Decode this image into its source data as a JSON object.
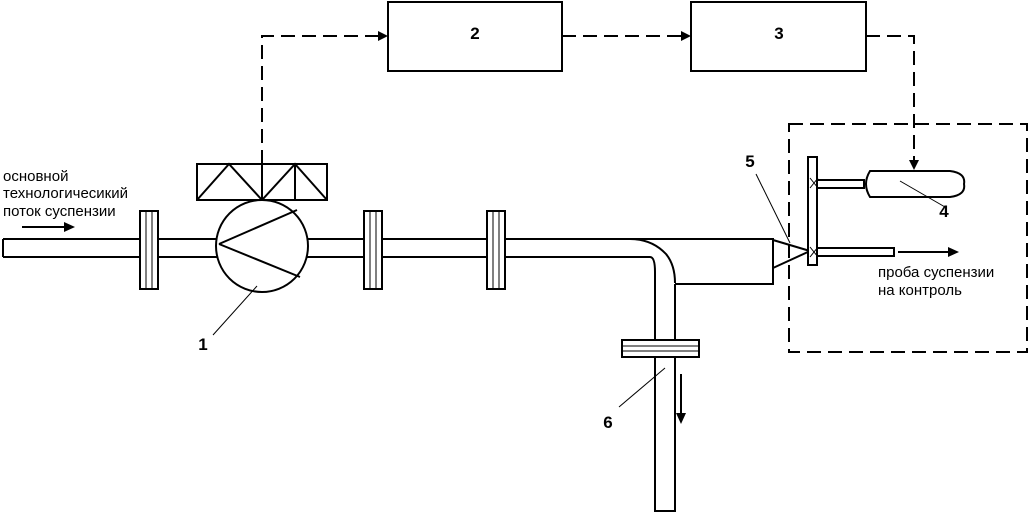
{
  "blocks": [
    {
      "id": "2",
      "label": "2"
    },
    {
      "id": "3",
      "label": "3"
    }
  ],
  "callouts": {
    "pump": "1",
    "sampler_body": "4",
    "nozzle": "5",
    "drain_pipe": "6"
  },
  "captions": {
    "inlet": [
      "основной",
      "технологичесикий",
      "поток суспензии"
    ],
    "sample": [
      "проба суспензии",
      "на контроль"
    ]
  }
}
